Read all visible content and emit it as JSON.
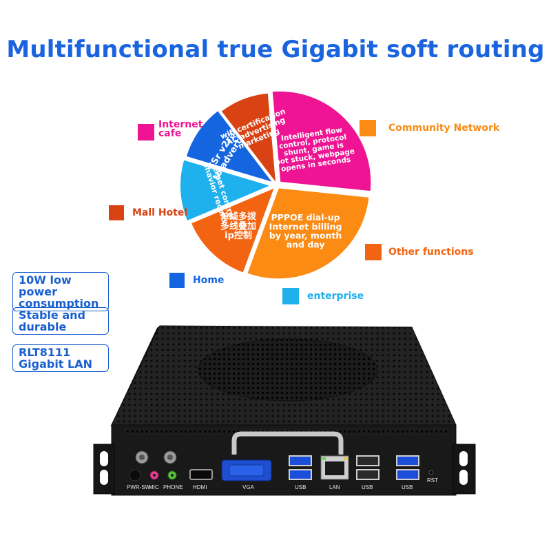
{
  "headline": "Multifunctional true Gigabit soft routing",
  "pie": {
    "slices": [
      {
        "key": "cafe",
        "color": "#ee1493",
        "pct": 28,
        "label": "Intelligent flow\ncontrol, protocol\nshunt, game is\nnot stuck, webpage\nopens in seconds"
      },
      {
        "key": "community",
        "color": "#fb8b12",
        "pct": 29,
        "label": "PPPOE dial-up\nInternet billing\nby year, month\nand day"
      },
      {
        "key": "other",
        "color": "#f36412",
        "pct": 13,
        "label": "单线多拨\n多线叠加\nip控制"
      },
      {
        "key": "enterprise",
        "color": "#1fb0ee",
        "pct": 11,
        "label": "Internet control\nbehavior record"
      },
      {
        "key": "home",
        "color": "#1565e0",
        "pct": 10,
        "label": "SSr v2ray\nto advertise"
      },
      {
        "key": "hotel",
        "color": "#d94212",
        "pct": 9,
        "label": "wifi certification\nAC advertising\nmarketing"
      }
    ]
  },
  "legend": [
    {
      "key": "cafe",
      "label": "Internet\ncafe",
      "color": "#ee1493"
    },
    {
      "key": "community",
      "label": "Community Network",
      "color": "#fb8b12"
    },
    {
      "key": "hotel",
      "label": "Mall Hotel",
      "color": "#d94212"
    },
    {
      "key": "other",
      "label": "Other functions",
      "color": "#f36412"
    },
    {
      "key": "home",
      "label": "Home",
      "color": "#1565e0"
    },
    {
      "key": "enterprise",
      "label": "enterprise",
      "color": "#1fb0ee"
    }
  ],
  "features": [
    "10W low power\nconsumption",
    "Stable and\ndurable",
    "RLT8111\nGigabit LAN"
  ],
  "ports": {
    "pwr": "PWR-SW",
    "mic": "MIC",
    "phone": "PHONE",
    "hdmi": "HDMI",
    "vga": "VGA",
    "usb": "USB",
    "lan": "LAN",
    "rst": "RST"
  }
}
